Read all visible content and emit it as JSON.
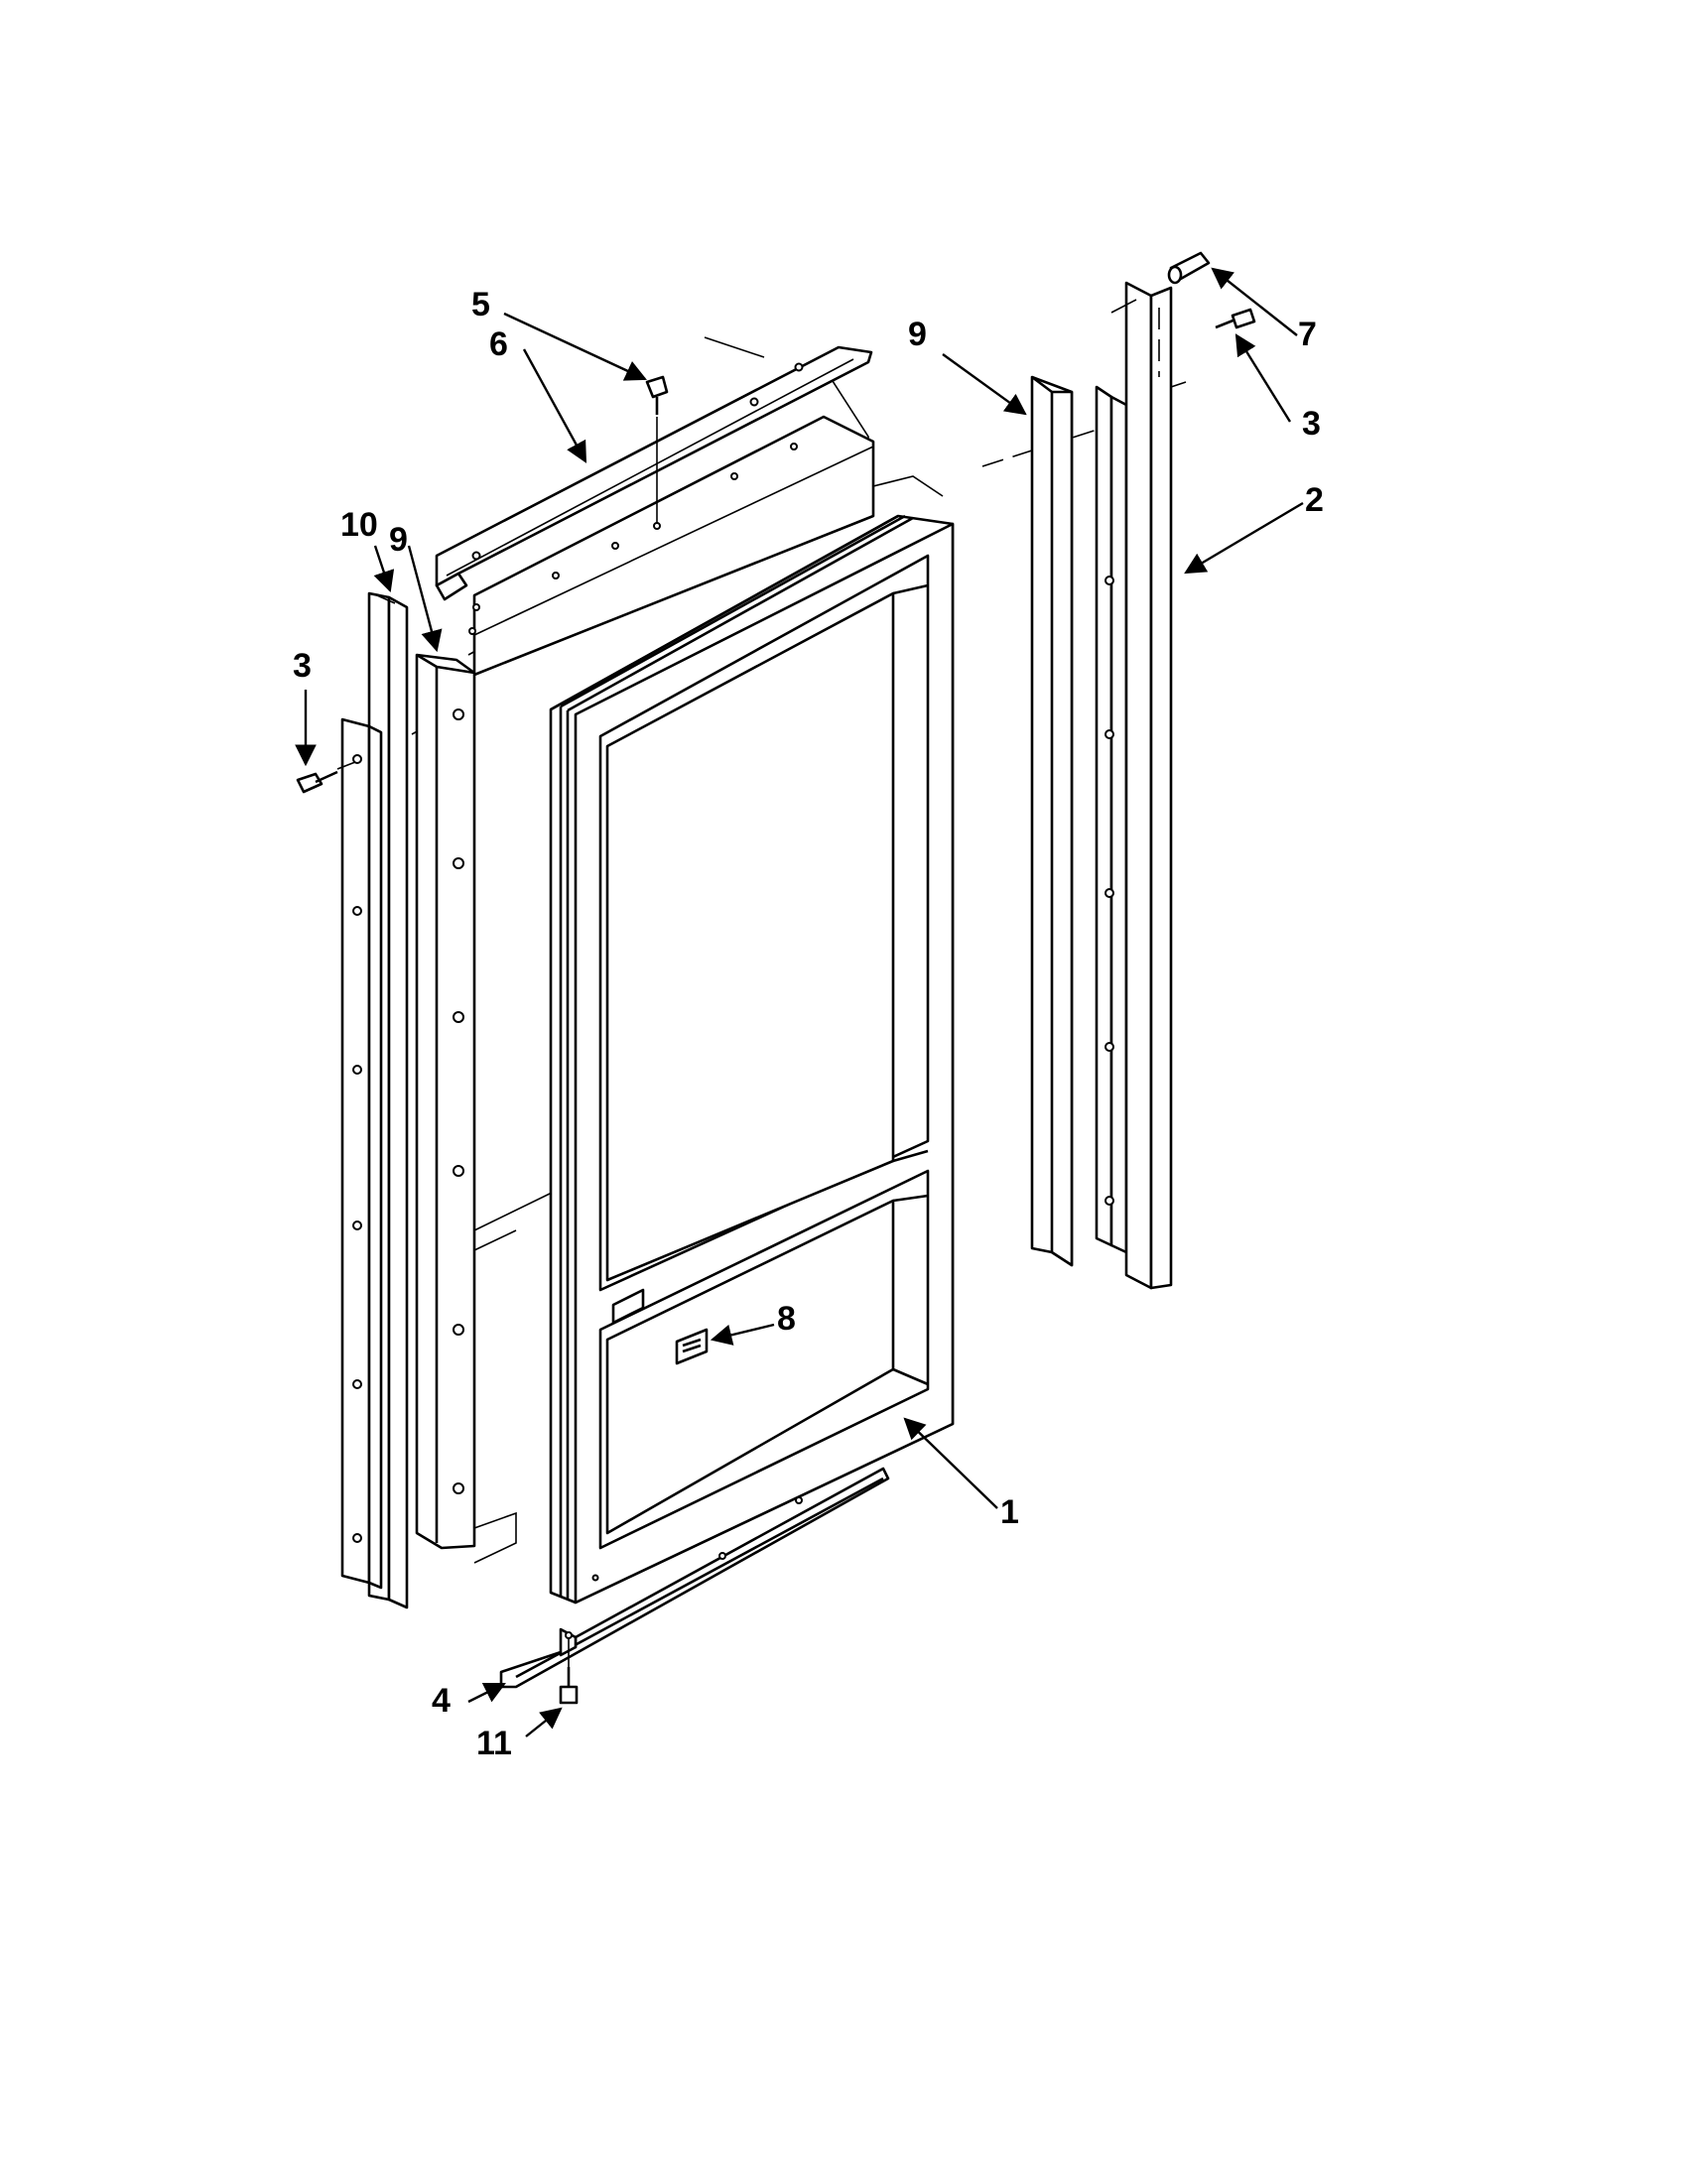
{
  "callouts": [
    {
      "id": "1",
      "label": "1"
    },
    {
      "id": "2",
      "label": "2"
    },
    {
      "id": "3a",
      "label": "3"
    },
    {
      "id": "3b",
      "label": "3"
    },
    {
      "id": "4",
      "label": "4"
    },
    {
      "id": "5",
      "label": "5"
    },
    {
      "id": "6",
      "label": "6"
    },
    {
      "id": "7",
      "label": "7"
    },
    {
      "id": "8",
      "label": "8"
    },
    {
      "id": "9a",
      "label": "9"
    },
    {
      "id": "9b",
      "label": "9"
    },
    {
      "id": "10",
      "label": "10"
    },
    {
      "id": "11",
      "label": "11"
    }
  ]
}
